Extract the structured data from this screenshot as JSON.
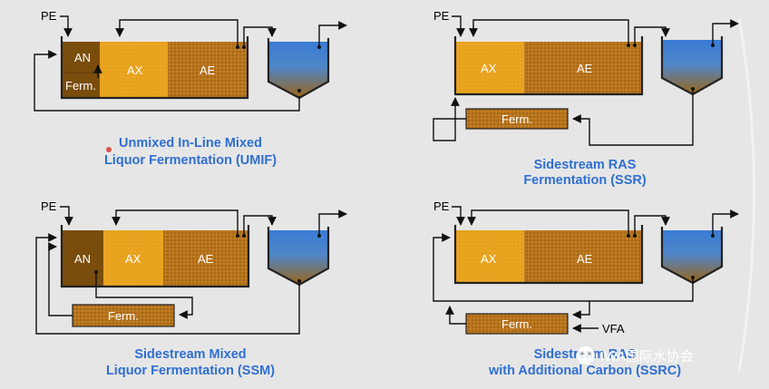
{
  "labels": {
    "pe": "PE",
    "an": "AN",
    "ax": "AX",
    "ae": "AE",
    "ferm": "Ferm.",
    "ferm_short": "Ferm.",
    "vfa": "VFA"
  },
  "captions": {
    "umif_line1": "Unmixed In-Line Mixed",
    "umif_line2": "Liquor Fermentation (UMIF)",
    "ssr_line1": "Sidestream RAS",
    "ssr_line2": "Fermentation (SSR)",
    "ssm_line1": "Sidestream Mixed",
    "ssm_line2": "Liquor Fermentation (SSM)",
    "ssrc_line1": "Sidestream RAS",
    "ssrc_line2": "with Additional Carbon (SSRC)"
  },
  "watermark": "IWA国际水协会",
  "colors": {
    "background": "#e6e6e6",
    "caption": "#2f6fd1",
    "an": "#7a4d0c",
    "ax": "#e8a21c",
    "ae": "#b8741c",
    "clarifier_top": "#3a7bd5",
    "clarifier_bottom": "#9a6418"
  }
}
